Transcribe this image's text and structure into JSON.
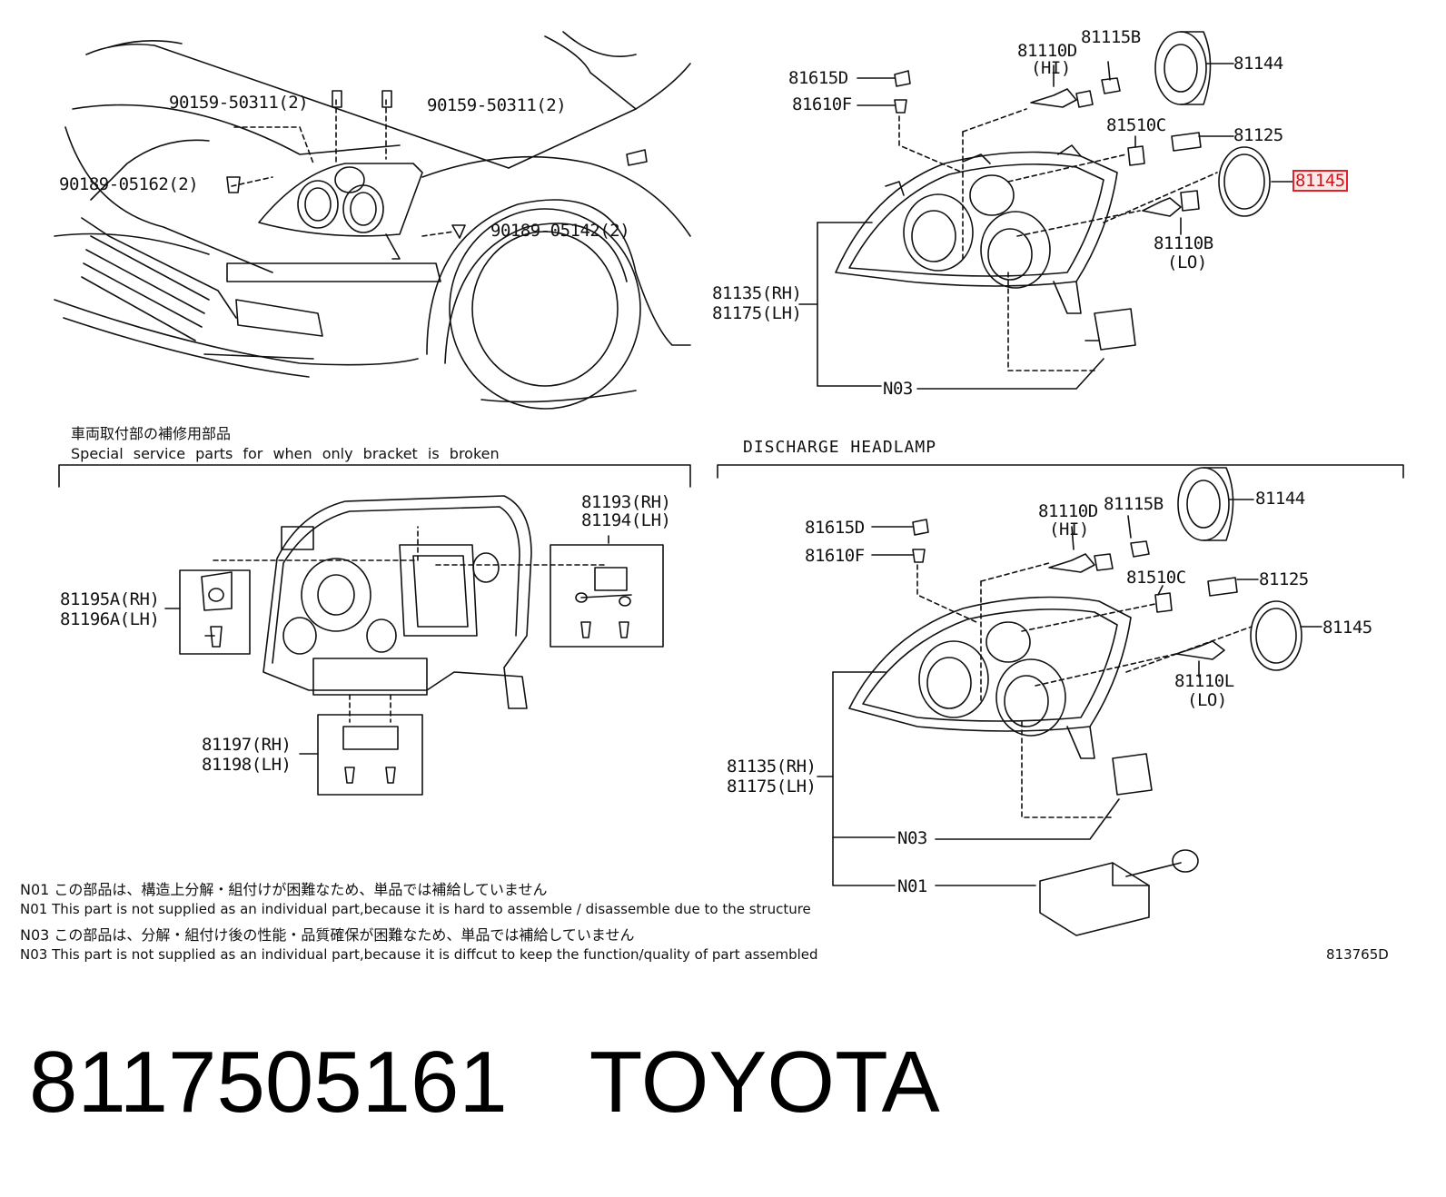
{
  "top_right": {
    "p81615D": "81615D",
    "p81610F": "81610F",
    "p81110D": "81110D",
    "hi": "(HI)",
    "p81115B": "81115B",
    "p81144": "81144",
    "p81510C": "81510C",
    "p81125": "81125",
    "p81145": "81145",
    "p81110B": "81110B",
    "lo": "(LO)",
    "p81135": "81135(RH)",
    "p81175": "81175(LH)",
    "n03": "N03"
  },
  "top_left": {
    "b1": "90159-50311(2)",
    "b2": "90159-50311(2)",
    "b3": "90189-05162(2)",
    "b4": "90189-05142(2)"
  },
  "service": {
    "title_jp": "車両取付部の補修用部品",
    "title_en": "Special service parts for when only bracket is broken",
    "p81193": "81193(RH)",
    "p81194": "81194(LH)",
    "p81195": "81195A(RH)",
    "p81196": "81196A(LH)",
    "p81197": "81197(RH)",
    "p81198": "81198(LH)"
  },
  "discharge": {
    "title": "DISCHARGE HEADLAMP",
    "p81615D": "81615D",
    "p81610F": "81610F",
    "p81110D": "81110D",
    "hi": "(HI)",
    "p81115B": "81115B",
    "p81144": "81144",
    "p81510C": "81510C",
    "p81125": "81125",
    "p81145": "81145",
    "p81110L": "81110L",
    "lo": "(LO)",
    "p81135": "81135(RH)",
    "p81175": "81175(LH)",
    "n03": "N03",
    "n01": "N01"
  },
  "notes": {
    "n01_jp": "N01 この部品は、構造上分解・組付けが困難なため、単品では補給していません",
    "n01_en": "N01 This part is not supplied as an individual part,because it is hard to assemble / disassemble due to the structure",
    "n03_jp": "N03 この部品は、分解・組付け後の性能・品質確保が困難なため、単品では補給していません",
    "n03_en": "N03 This part is not supplied as an  individual part,because it is diffcut to keep the function/quality of part assembled"
  },
  "ref_code": "813765D",
  "footer": {
    "part_number": "8117505161",
    "brand": "TOYOTA"
  },
  "colors": {
    "line": "#111111",
    "highlight": "#e0222a"
  }
}
